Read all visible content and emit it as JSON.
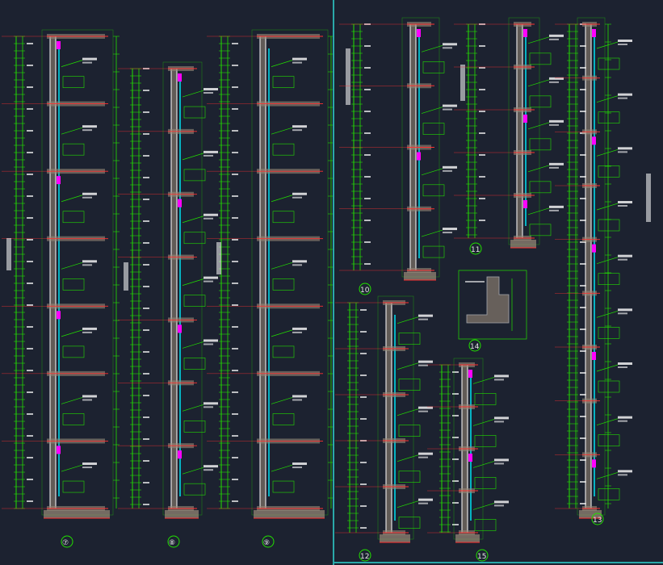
{
  "colors": {
    "background": "#1c2230",
    "dimension_line": "#22e000",
    "wall_line": "#ffffff",
    "glass": "#00d8e8",
    "slab_line": "#ff3030",
    "accent_magenta": "#ff00ff",
    "hatch": "#9a8a78",
    "viewport_border": "#2aa9a9"
  },
  "sheets": [
    {
      "name": "left-sheet",
      "sections": [
        {
          "id": "7",
          "label": "⑦"
        },
        {
          "id": "8",
          "label": "⑧"
        },
        {
          "id": "9",
          "label": "⑨"
        }
      ]
    },
    {
      "name": "right-sheet",
      "sections": [
        {
          "id": "10",
          "label": "10"
        },
        {
          "id": "11",
          "label": "11"
        },
        {
          "id": "12",
          "label": "12"
        },
        {
          "id": "13",
          "label": "13"
        },
        {
          "id": "14",
          "label": "14"
        },
        {
          "id": "15",
          "label": "15"
        }
      ]
    }
  ]
}
